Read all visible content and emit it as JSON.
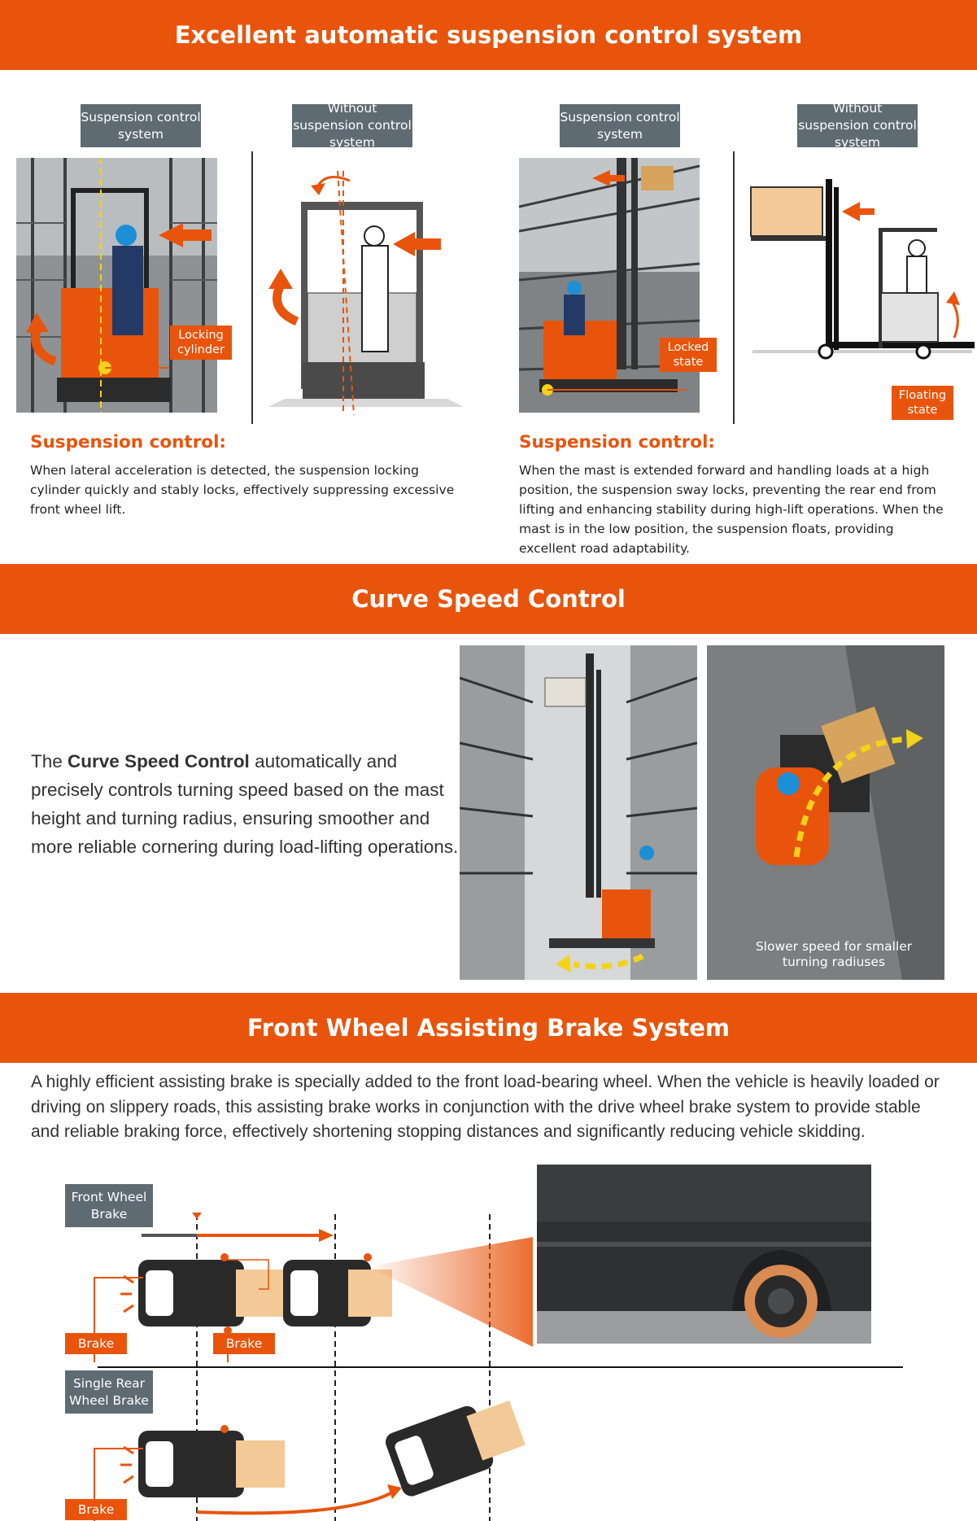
{
  "section1": {
    "title": "Excellent automatic suspension control system",
    "left": {
      "tag_with": "Suspension control system",
      "tag_without": "Without suspension control system",
      "callout": "Locking cylinder",
      "heading": "Suspension control:",
      "text": "When lateral acceleration is detected, the suspension locking cylinder quickly and stably locks, effectively suppressing excessive front wheel lift."
    },
    "right": {
      "tag_with": "Suspension control system",
      "tag_without": "Without suspension control system",
      "callout_locked": "Locked state",
      "callout_floating": "Floating state",
      "heading": "Suspension control:",
      "text": "When the mast is extended forward and handling loads at a high position, the suspension sway locks, preventing the rear end from lifting and enhancing stability during high-lift operations. When the mast is in the low position, the suspension floats, providing excellent road adaptability."
    }
  },
  "section2": {
    "title": "Curve Speed Control",
    "text_prefix": "The ",
    "text_bold": "Curve Speed Control",
    "text_suffix": " automatically and precisely controls turning speed based on the mast height and turning radius, ensuring smoother and more reliable cornering during load-lifting operations.",
    "photo_caption": "Slower speed for smaller turning radiuses"
  },
  "section3": {
    "title": "Front Wheel Assisting Brake System",
    "text": "A highly efficient assisting brake is specially added to the front load-bearing wheel. When the vehicle is heavily loaded or driving on slippery roads, this assisting brake works in conjunction with the drive wheel brake system to provide stable and reliable braking force, effectively shortening stopping distances and significantly reducing vehicle skidding.",
    "tag_front": "Front Wheel Brake",
    "tag_rear": "Single Rear Wheel Brake",
    "brake_label": "Brake"
  },
  "colors": {
    "accent": "#e8540c",
    "tag_gray": "#5f6b73"
  }
}
